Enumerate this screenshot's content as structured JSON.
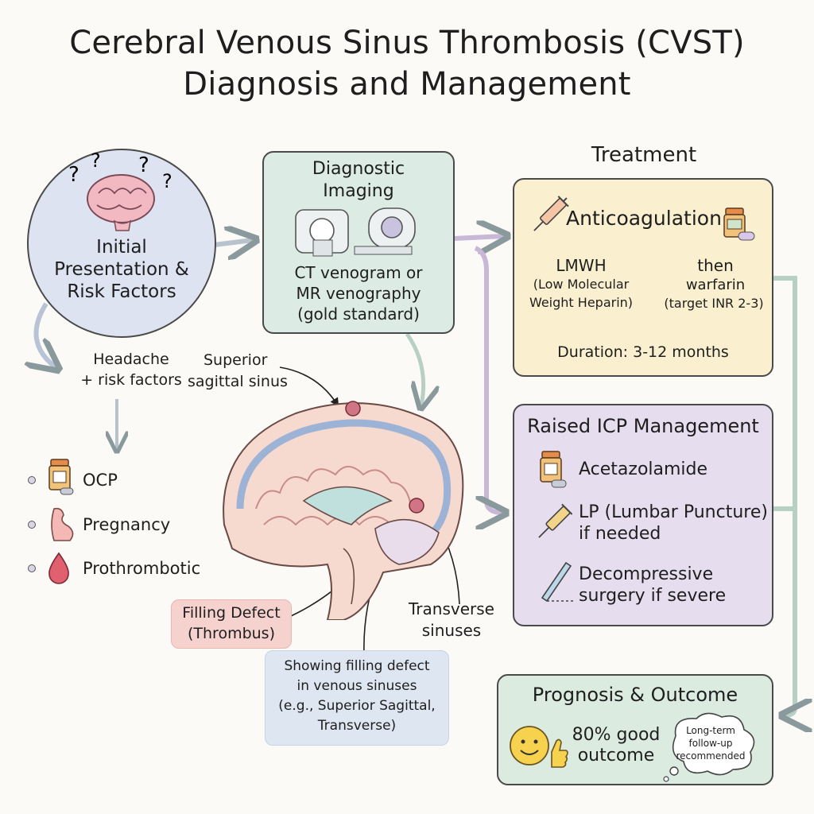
{
  "title": {
    "line1": "Cerebral Venous Sinus Thrombosis (CVST)",
    "line2": "Diagnosis and Management"
  },
  "presentation": {
    "heading_line1": "Initial",
    "heading_line2": "Presentation &",
    "heading_line3": "Risk Factors",
    "symptom_line1": "Headache",
    "symptom_line2": "+ risk factors",
    "risks": [
      "OCP",
      "Pregnancy",
      "Prothrombotic"
    ]
  },
  "imaging": {
    "heading_line1": "Diagnostic",
    "heading_line2": "Imaging",
    "body_line1": "CT venogram or",
    "body_line2": "MR venography",
    "body_line3": "(gold standard)"
  },
  "brain_labels": {
    "superior_line1": "Superior",
    "superior_line2": "sagittal sinus",
    "transverse_line1": "Transverse",
    "transverse_line2": "sinuses",
    "defect_line1": "Filling Defect",
    "defect_line2": "(Thrombus)",
    "caption_line1": "Showing filling defect",
    "caption_line2": "in venous sinuses",
    "caption_line3": "(e.g., Superior Sagittal,",
    "caption_line4": "Transverse)"
  },
  "treatment": {
    "section_title": "Treatment",
    "anticoag_heading": "Anticoagulation",
    "lmwh_line1": "LMWH",
    "lmwh_line2": "(Low Molecular",
    "lmwh_line3": "Weight Heparin)",
    "then_line1": "then",
    "then_line2": "warfarin",
    "then_line3": "(target INR 2-3)",
    "duration": "Duration: 3-12 months"
  },
  "icp": {
    "heading": "Raised ICP Management",
    "item1": "Acetazolamide",
    "item2_line1": "LP (Lumbar Puncture)",
    "item2_line2": "if needed",
    "item3_line1": "Decompressive",
    "item3_line2": "surgery if severe"
  },
  "prognosis": {
    "heading": "Prognosis & Outcome",
    "outcome_line1": "80% good",
    "outcome_line2": "outcome",
    "bubble_line1": "Long-term",
    "bubble_line2": "follow-up",
    "bubble_line3": "recommended"
  },
  "colors": {
    "presentation_fill": "#dde3f1",
    "imaging_fill": "#dcebe3",
    "treatment_fill": "#faf0cf",
    "icp_fill": "#e6ddef",
    "prognosis_fill": "#dcebe0",
    "defect_fill": "#f6d2cf",
    "caption_fill": "#dde6f1"
  }
}
